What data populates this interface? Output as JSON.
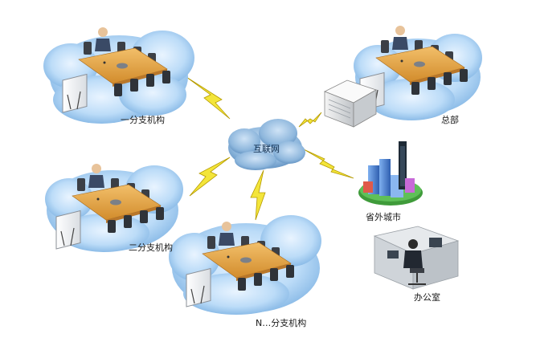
{
  "network": {
    "hub": {
      "label": "互联网"
    },
    "sites": [
      {
        "id": "branch-1",
        "label": "一分支机构"
      },
      {
        "id": "branch-2",
        "label": "二分支机构"
      },
      {
        "id": "branch-n",
        "label": "N…分支机构"
      },
      {
        "id": "hq",
        "label": "总部"
      },
      {
        "id": "remote-city",
        "label": "省外城市"
      },
      {
        "id": "office",
        "label": "办公室"
      }
    ]
  },
  "colors": {
    "cloud_light": "#cfe6fb",
    "cloud_dark": "#6fa8dc",
    "table": "#e8a64a",
    "chair": "#3b3f46",
    "lightning": "#f3e53a",
    "lightning_stroke": "#b59a00",
    "building_blue": "#4a7fd0",
    "building_dark": "#1e2a36",
    "ground": "#3f9b3a"
  },
  "icons": {
    "hub": "internet-cloud-icon",
    "meeting": "meeting-room-icon",
    "server": "server-icon",
    "city": "city-buildings-icon",
    "workstation": "office-workstation-icon",
    "link": "lightning-link-icon"
  }
}
